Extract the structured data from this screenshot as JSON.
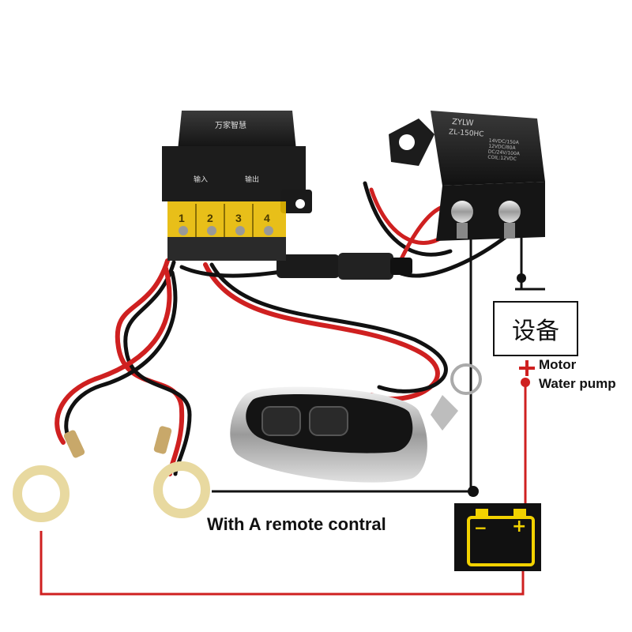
{
  "receiver": {
    "brand": "万家智慧",
    "input_label": "输入",
    "output_label": "输出",
    "terminals": [
      "1",
      "2",
      "3",
      "4"
    ]
  },
  "relay": {
    "brand": "ZYLW",
    "model": "ZL-150HC",
    "spec_lines": [
      "14VDC/150A",
      "12VDC/80A",
      "DC/24V/100A",
      "COIL:12VDC"
    ]
  },
  "device": {
    "label": "设备",
    "load_lines": [
      "Motor",
      "Water pump"
    ]
  },
  "battery": {
    "minus": "−",
    "plus": "+"
  },
  "polarity_marks": {
    "ground": "⊥",
    "plus": "+"
  },
  "caption": "With A remote contral",
  "colors": {
    "wire_red": "#cf2020",
    "wire_black": "#111111",
    "battery_yellow": "#f2d200",
    "ring_terminal": "#e8d9a0",
    "fuse_amber": "#e6b800"
  },
  "icons": [
    "receiver-module",
    "relay-solenoid",
    "remote-key-fob",
    "ring-terminal",
    "battery-icon",
    "ground-symbol"
  ]
}
